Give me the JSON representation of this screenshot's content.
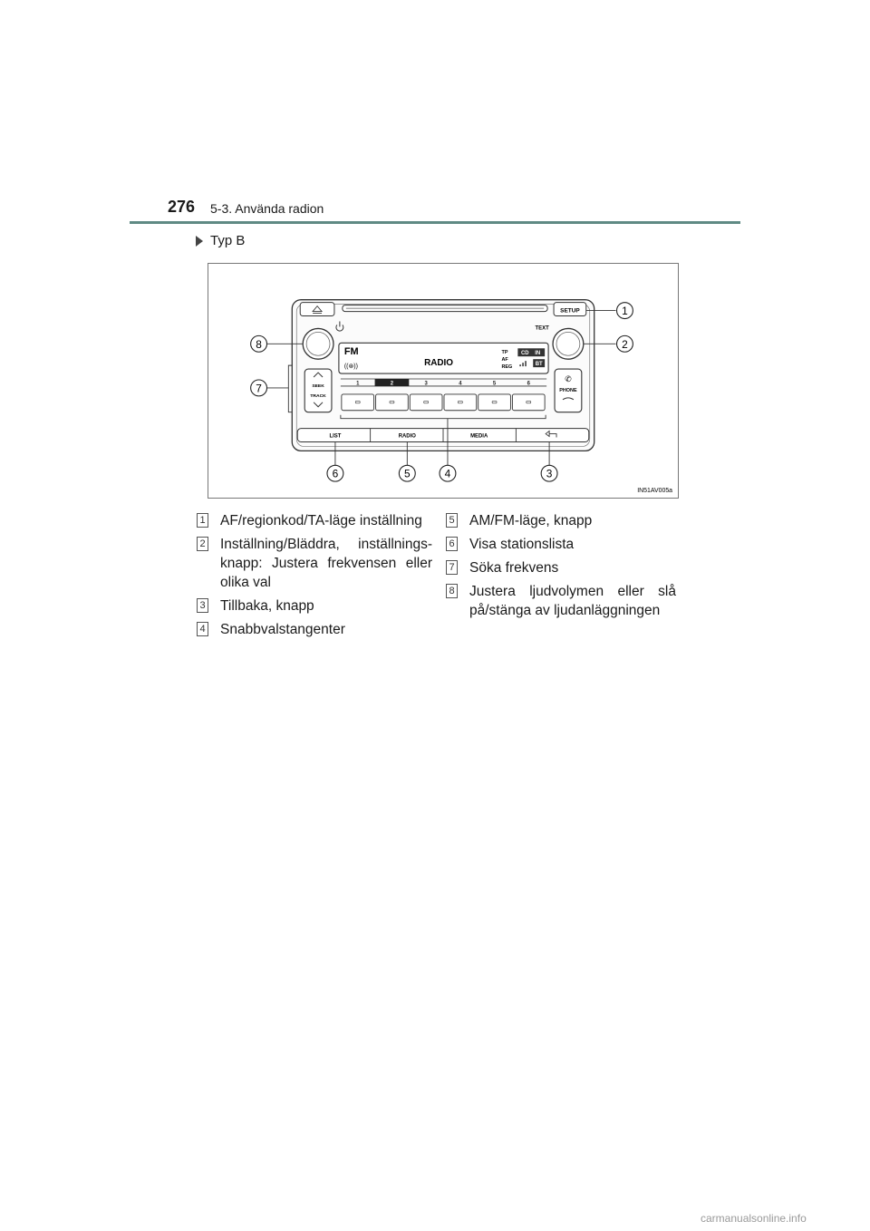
{
  "header": {
    "page_number": "276",
    "section_title": "5-3. Använda radion"
  },
  "subheading": "Typ B",
  "figure": {
    "code": "IN51AV005a",
    "labels": {
      "setup": "SETUP",
      "text": "TEXT",
      "fm": "FM",
      "radio_display": "RADIO",
      "tp": "TP",
      "af": "AF",
      "reg": "REG",
      "cd": "CD",
      "in": "IN",
      "bt": "BT",
      "seek": "SEEK",
      "track": "TRACK",
      "phone": "PHONE",
      "list_btn": "LIST",
      "radio_btn": "RADIO",
      "media_btn": "MEDIA"
    },
    "presets": [
      "1",
      "2",
      "3",
      "4",
      "5",
      "6"
    ],
    "callouts": [
      "1",
      "2",
      "3",
      "4",
      "5",
      "6",
      "7",
      "8"
    ]
  },
  "legend": {
    "col1": [
      {
        "num": "1",
        "text": "AF/regionkod/TA-läge inställning"
      },
      {
        "num": "2",
        "text": "Inställning/Bläddra, inställnings-knapp: Justera frekvensen eller olika val"
      },
      {
        "num": "3",
        "text": "Tillbaka, knapp"
      },
      {
        "num": "4",
        "text": "Snabbvalstangenter"
      }
    ],
    "col2": [
      {
        "num": "5",
        "text": "AM/FM-läge, knapp"
      },
      {
        "num": "6",
        "text": "Visa stationslista"
      },
      {
        "num": "7",
        "text": "Söka frekvens"
      },
      {
        "num": "8",
        "text": "Justera ljudvolymen eller slå på/stänga av ljudanläggningen"
      }
    ]
  },
  "watermark": "carmanualsonline.info"
}
